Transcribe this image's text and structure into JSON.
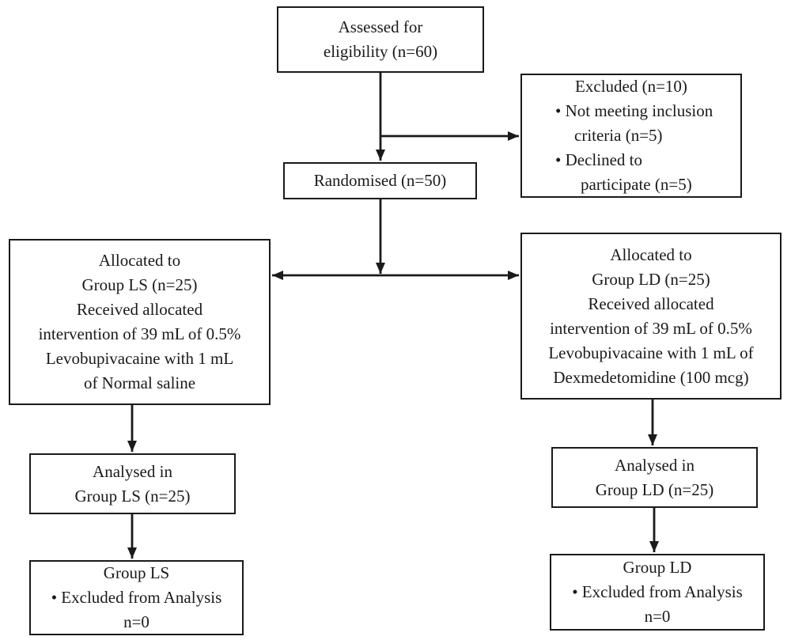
{
  "figure": {
    "type": "consort-flow-diagram",
    "colors": {
      "line": "#1a1a1a",
      "text": "#1a1a1a",
      "background": "#ffffff"
    }
  },
  "boxes": {
    "assessed": {
      "lines": [
        "Assessed for",
        "eligibility (n=60)"
      ]
    },
    "excluded": {
      "lines": [
        "Excluded (n=10)",
        "• Not meeting inclusion",
        "criteria (n=5)",
        "• Declined to",
        "participate (n=5)"
      ]
    },
    "randomised": {
      "lines": [
        "Randomised (n=50)"
      ]
    },
    "alloc_ls": {
      "lines": [
        "Allocated to",
        "Group LS (n=25)",
        "Received allocated",
        "intervention of 39 mL of 0.5%",
        "Levobupivacaine with 1 mL",
        "of Normal saline"
      ]
    },
    "alloc_ld": {
      "lines": [
        "Allocated to",
        "Group LD (n=25)",
        "Received allocated",
        "intervention of 39 mL of 0.5%",
        "Levobupivacaine with 1 mL of",
        "Dexmedetomidine (100 mcg)"
      ]
    },
    "analysed_ls": {
      "lines": [
        "Analysed in",
        "Group LS (n=25)"
      ]
    },
    "analysed_ld": {
      "lines": [
        "Analysed in",
        "Group LD (n=25)"
      ]
    },
    "grp_ls": {
      "lines": [
        "Group LS",
        "• Excluded from Analysis",
        "n=0"
      ]
    },
    "grp_ld": {
      "lines": [
        "Group LD",
        "• Excluded from Analysis",
        "n=0"
      ]
    }
  }
}
